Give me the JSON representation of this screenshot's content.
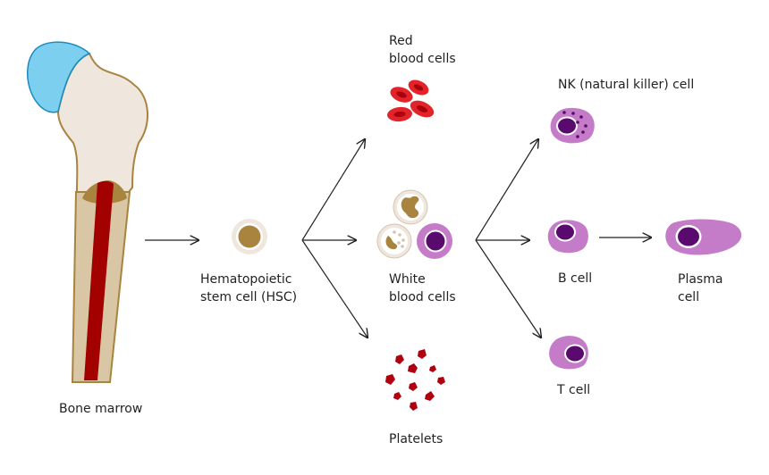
{
  "labels": {
    "bone_marrow": "Bone marrow",
    "hsc": "Hematopoietic\nstem cell (HSC)",
    "rbc": "Red\nblood cells",
    "wbc": "White\nblood cells",
    "platelets": "Platelets",
    "nk_cell": "NK (natural killer) cell",
    "b_cell": "B cell",
    "t_cell": "T cell",
    "plasma_cell": "Plasma\ncell"
  },
  "colors": {
    "cartilage": "#7ccfef",
    "bone": "#efe6dd",
    "bone_outline": "#a8843f",
    "shaft": "#d9c6a5",
    "marrow": "#a30000",
    "hsc_fill": "#a8843f",
    "rbc": "#e2232a",
    "platelet": "#b0000f",
    "lymph_body": "#c47bc8",
    "lymph_nucleus": "#5a0a6e",
    "granulocyte_body": "#efe6dd",
    "arrow": "#222222"
  },
  "icons": {
    "bone": "femur-bone-icon",
    "hsc": "stem-cell-icon",
    "rbc": "red-blood-cell-icon",
    "platelet": "platelet-icon",
    "nk": "nk-cell-icon",
    "b": "b-cell-icon",
    "t": "t-cell-icon",
    "plasma": "plasma-cell-icon"
  }
}
